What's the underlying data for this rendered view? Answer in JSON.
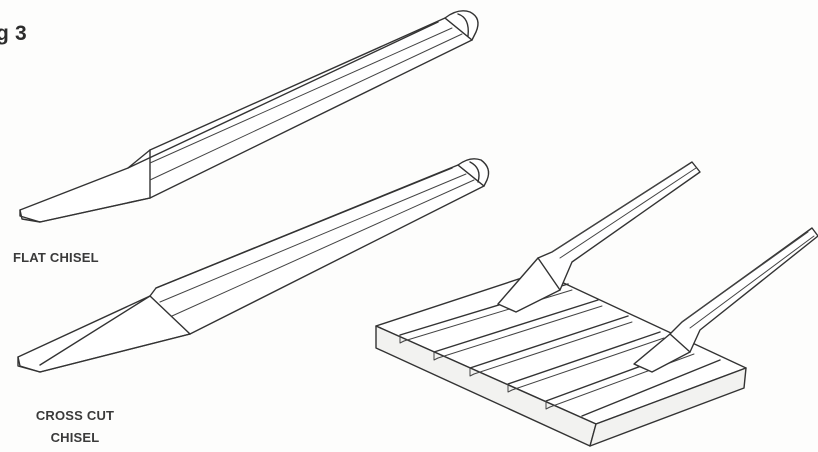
{
  "figure": {
    "label": "g 3"
  },
  "labels": {
    "flat_chisel": "FLAT CHISEL",
    "cross_cut_line1": "CROSS CUT",
    "cross_cut_line2": "CHISEL"
  },
  "illustrations": [
    "flat-chisel-drawing",
    "cross-cut-chisel-drawing",
    "grooved-block-with-chisels-drawing"
  ]
}
